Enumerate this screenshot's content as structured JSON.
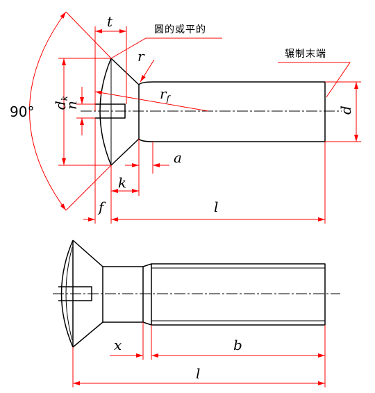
{
  "notes": {
    "head_top": "圆的或平的",
    "rolled_end": "辗制末端"
  },
  "angle": "90°",
  "top_view": {
    "t": "t",
    "r": "r",
    "rf": "r",
    "rf_sub": "f",
    "dk": "d",
    "dk_sub": "k",
    "n": "n",
    "d": "d",
    "a": "a",
    "k": "k",
    "f": "f",
    "l": "l"
  },
  "bottom_view": {
    "x": "x",
    "b": "b",
    "l": "l"
  },
  "colors": {
    "dimension": "#ff0000",
    "outline": "#000000"
  }
}
